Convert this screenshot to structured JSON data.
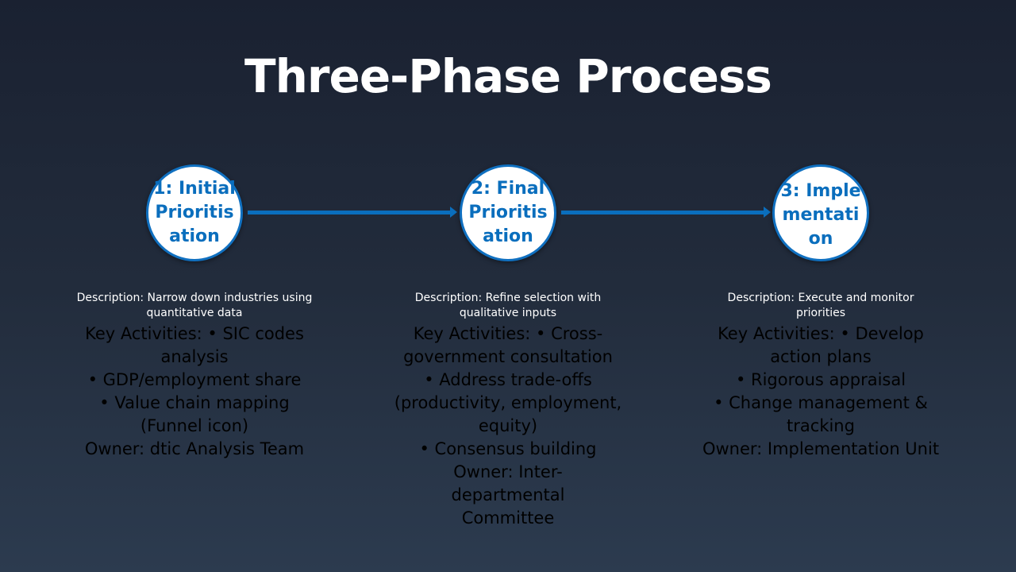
{
  "title": "Three-Phase Process",
  "colors": {
    "accent": "#0a6ebd",
    "circle_fill": "#ffffff"
  },
  "phases": [
    {
      "label": "1: Initial Prioritisation",
      "description": "Description: Narrow down industries using quantitative data",
      "activities": "Key Activities: • SIC codes analysis",
      "bullets": [
        "• GDP/employment share",
        "• Value chain mapping (Funnel icon)"
      ],
      "owner": "Owner: dtic Analysis Team"
    },
    {
      "label": "2: Final Prioritisation",
      "description": "Description: Refine selection with qualitative inputs",
      "activities": "Key Activities: • Cross-government consultation",
      "bullets": [
        "• Address trade-offs (productivity, employment, equity)",
        "• Consensus building"
      ],
      "owner": "Owner: Inter-departmental Committee"
    },
    {
      "label": "3: Implementation",
      "description": "Description: Execute and monitor priorities",
      "activities": "Key Activities: • Develop action plans",
      "bullets": [
        "• Rigorous appraisal",
        "• Change management & tracking"
      ],
      "owner": "Owner: Implementation Unit"
    }
  ]
}
